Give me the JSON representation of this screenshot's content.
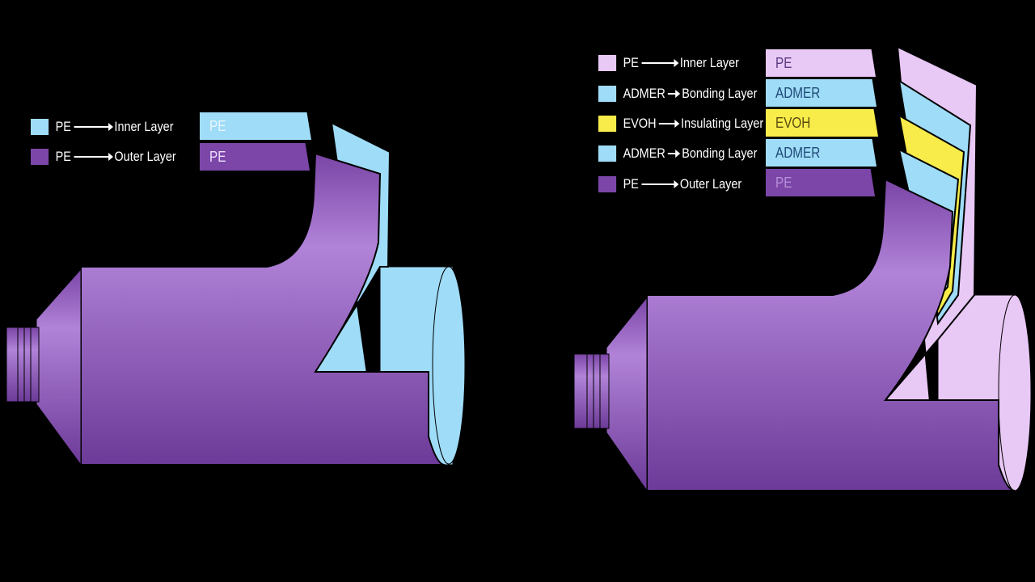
{
  "colors": {
    "inner_pe": "#e8c8f5",
    "admer": "#9fdcf7",
    "evoh": "#f7ec4a",
    "outer_pe": "#7b46a8",
    "left_inner": "#9fdcf7",
    "tube_body": "#9a64c4"
  },
  "left": {
    "legend": [
      {
        "material": "PE",
        "role": "Inner Layer",
        "color": "#9fdcf7"
      },
      {
        "material": "PE",
        "role": "Outer Layer",
        "color": "#7b46a8"
      }
    ],
    "bands": [
      {
        "label": "PE",
        "color": "#9fdcf7",
        "text_color": "#e8f6fd"
      },
      {
        "label": "PE",
        "color": "#7b46a8",
        "text_color": "#f0e0ff"
      }
    ]
  },
  "right": {
    "legend": [
      {
        "material": "PE",
        "role": "Inner Layer",
        "color": "#e8c8f5"
      },
      {
        "material": "ADMER",
        "role": "Bonding Layer",
        "color": "#9fdcf7"
      },
      {
        "material": "EVOH",
        "role": "Insulating Layer",
        "color": "#f7ec4a"
      },
      {
        "material": "ADMER",
        "role": "Bonding Layer",
        "color": "#9fdcf7"
      },
      {
        "material": "PE",
        "role": "Outer Layer",
        "color": "#7b46a8"
      }
    ],
    "bands": [
      {
        "label": "PE",
        "color": "#e8c8f5",
        "text_color": "#5a3a80"
      },
      {
        "label": "ADMER",
        "color": "#9fdcf7",
        "text_color": "#1f4a78"
      },
      {
        "label": "EVOH",
        "color": "#f7ec4a",
        "text_color": "#5a4a10"
      },
      {
        "label": "ADMER",
        "color": "#9fdcf7",
        "text_color": "#1f4a78"
      },
      {
        "label": "PE",
        "color": "#7b46a8",
        "text_color": "#b890d8"
      }
    ]
  }
}
